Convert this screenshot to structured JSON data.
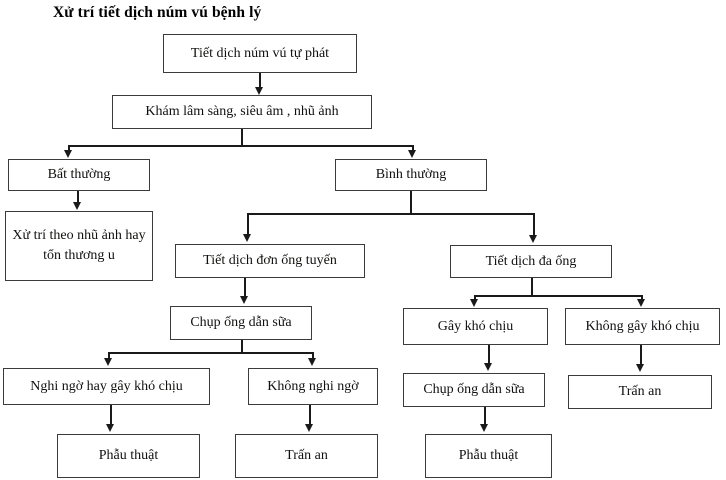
{
  "title": "Xử trí tiết dịch núm vú bệnh lý",
  "diagram": {
    "type": "flowchart",
    "orientation": "top-down",
    "nodes": [
      {
        "id": "start",
        "label": "Tiết dịch núm vú tự phát"
      },
      {
        "id": "workup",
        "label": "Khám lâm sàng, siêu âm , nhũ ảnh"
      },
      {
        "id": "abnormal",
        "label": "Bất thường"
      },
      {
        "id": "normal",
        "label": "Bình thường"
      },
      {
        "id": "manage_imaging",
        "label": "Xử trí theo nhũ ảnh hay tổn thương u"
      },
      {
        "id": "single_duct",
        "label": "Tiết dịch đơn ống tuyến"
      },
      {
        "id": "multi_duct",
        "label": "Tiết dịch đa ống"
      },
      {
        "id": "ductogram_left",
        "label": "Chụp ống dẫn sữa"
      },
      {
        "id": "suspicious",
        "label": "Nghi ngờ hay gây khó chịu"
      },
      {
        "id": "not_suspicious",
        "label": "Không nghi ngờ"
      },
      {
        "id": "surgery_left",
        "label": "Phẫu thuật"
      },
      {
        "id": "reassure_left",
        "label": "Trấn an"
      },
      {
        "id": "bothersome",
        "label": "Gây khó chịu"
      },
      {
        "id": "not_bothersome",
        "label": "Không gây khó chịu"
      },
      {
        "id": "ductogram_right",
        "label": "Chụp ống dẫn sữa"
      },
      {
        "id": "reassure_right",
        "label": "Trấn an"
      },
      {
        "id": "surgery_right",
        "label": "Phẫu thuật"
      }
    ],
    "edges": [
      {
        "from": "start",
        "to": "workup"
      },
      {
        "from": "workup",
        "to": "abnormal"
      },
      {
        "from": "workup",
        "to": "normal"
      },
      {
        "from": "abnormal",
        "to": "manage_imaging"
      },
      {
        "from": "normal",
        "to": "single_duct"
      },
      {
        "from": "normal",
        "to": "multi_duct"
      },
      {
        "from": "single_duct",
        "to": "ductogram_left"
      },
      {
        "from": "ductogram_left",
        "to": "suspicious"
      },
      {
        "from": "ductogram_left",
        "to": "not_suspicious"
      },
      {
        "from": "suspicious",
        "to": "surgery_left"
      },
      {
        "from": "not_suspicious",
        "to": "reassure_left"
      },
      {
        "from": "multi_duct",
        "to": "bothersome"
      },
      {
        "from": "multi_duct",
        "to": "not_bothersome"
      },
      {
        "from": "bothersome",
        "to": "ductogram_right"
      },
      {
        "from": "not_bothersome",
        "to": "reassure_right"
      },
      {
        "from": "ductogram_right",
        "to": "surgery_right"
      }
    ],
    "colors": {
      "box_border": "#3b3b3b",
      "connector": "#1a1a1a",
      "text": "#10100f",
      "background": "#ffffff"
    }
  }
}
